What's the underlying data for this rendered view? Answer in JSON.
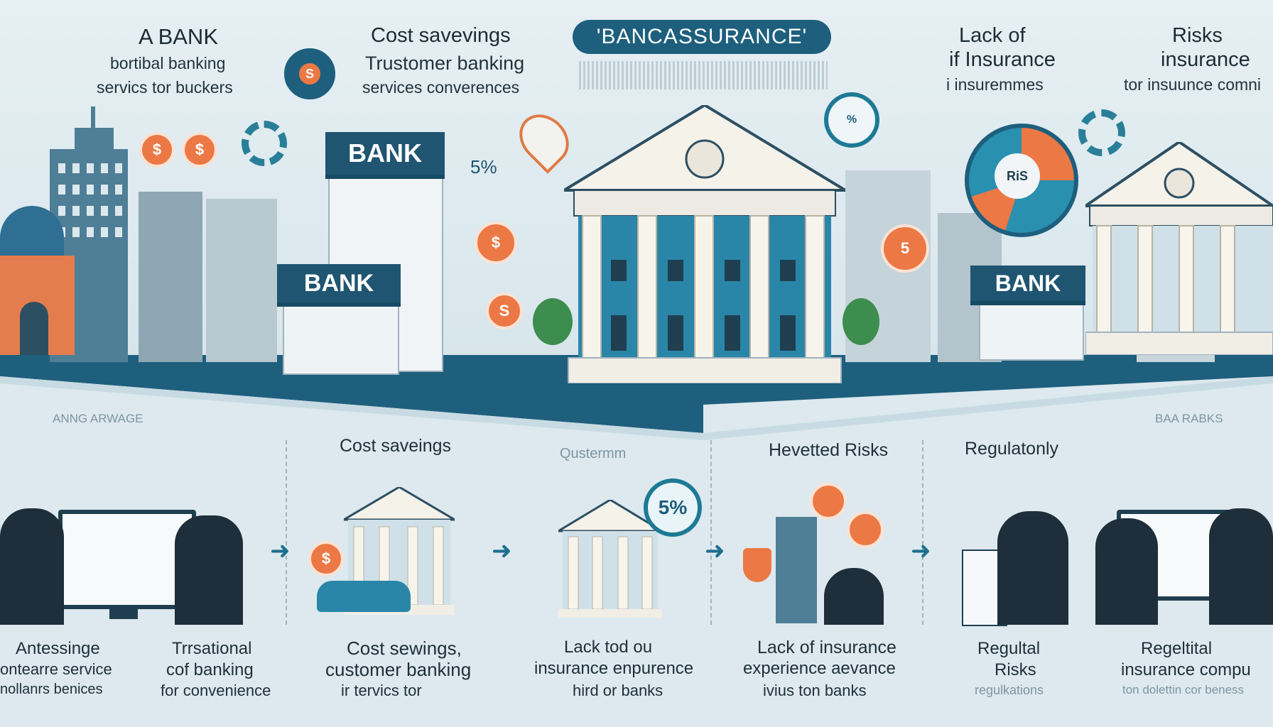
{
  "banner": {
    "title": "'BANCASSURANCE'"
  },
  "top": {
    "col1": {
      "title": "A BANK",
      "line1": "bortibal banking",
      "line2": "servics tor buckers"
    },
    "col2": {
      "title": "Cost savevings",
      "line1": "Trustomer banking",
      "line2": "services converences"
    },
    "col4": {
      "title": "Lack of",
      "line1": "if Insurance",
      "line2": "i insuremmes"
    },
    "col5": {
      "title": "Risks",
      "line1": "insurance",
      "line2": "tor insuunce comni"
    }
  },
  "bank_signs": {
    "a": "BANK",
    "b": "BANK",
    "c": "BANK"
  },
  "badges": {
    "pct_top": "5%",
    "pct_bottom": "5%",
    "ris": "RiS"
  },
  "coins": {
    "c1": "$",
    "c2": "$",
    "c3": "$",
    "c4": "S",
    "c5": "5",
    "c6": "$"
  },
  "bottom_heads": {
    "h1": "ANNG ARWAGE",
    "h2": "Cost saveings",
    "h3": "Qustermm",
    "h4": "Hevetted Risks",
    "h5": "Regulatonly",
    "h6": "BAA RABKS"
  },
  "bottom_captions": {
    "c1": [
      "Antessinge",
      "ontearre service",
      "nollanrs benices"
    ],
    "c2": [
      "Trrsational",
      "cof banking",
      "for convenience"
    ],
    "c3": [
      "Cost sewings,",
      "customer banking",
      "ir tervics tor"
    ],
    "c4": [
      "Lack tod ou",
      "insurance enpurence",
      "hird or banks"
    ],
    "c5": [
      "Lack of insurance",
      "experience aevance",
      "ivius ton banks"
    ],
    "c6": [
      "Regultal",
      "Risks",
      "regulkations"
    ],
    "c7": [
      "Regeltital",
      "insurance compu",
      "ton dolettin cor beness"
    ]
  },
  "colors": {
    "navy": "#1f5571",
    "teal": "#1d7a95",
    "orange": "#ec7845",
    "bg": "#dde9ee"
  }
}
